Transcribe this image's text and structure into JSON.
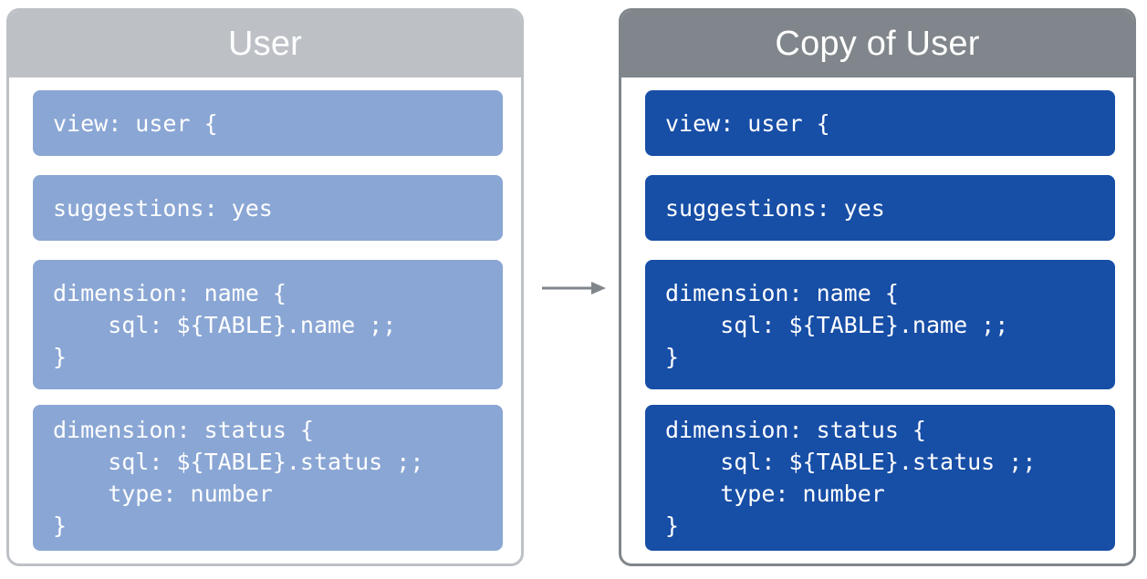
{
  "panels": {
    "left": {
      "title": "User",
      "blocks": [
        "view: user {",
        "suggestions: yes",
        "dimension: name {\n    sql: ${TABLE}.name ;;\n}",
        "dimension: status {\n    sql: ${TABLE}.status ;;\n    type: number\n}"
      ]
    },
    "right": {
      "title": "Copy of User",
      "blocks": [
        "view: user {",
        "suggestions: yes",
        "dimension: name {\n    sql: ${TABLE}.name ;;\n}",
        "dimension: status {\n    sql: ${TABLE}.status ;;\n    type: number\n}"
      ]
    }
  },
  "colors": {
    "left_header": "#bdc1c6",
    "left_block": "#8aa6d4",
    "right_header": "#80868b",
    "right_block": "#174ea6",
    "arrow": "#80868b"
  },
  "icons": {
    "connector": "arrow-right-icon"
  }
}
